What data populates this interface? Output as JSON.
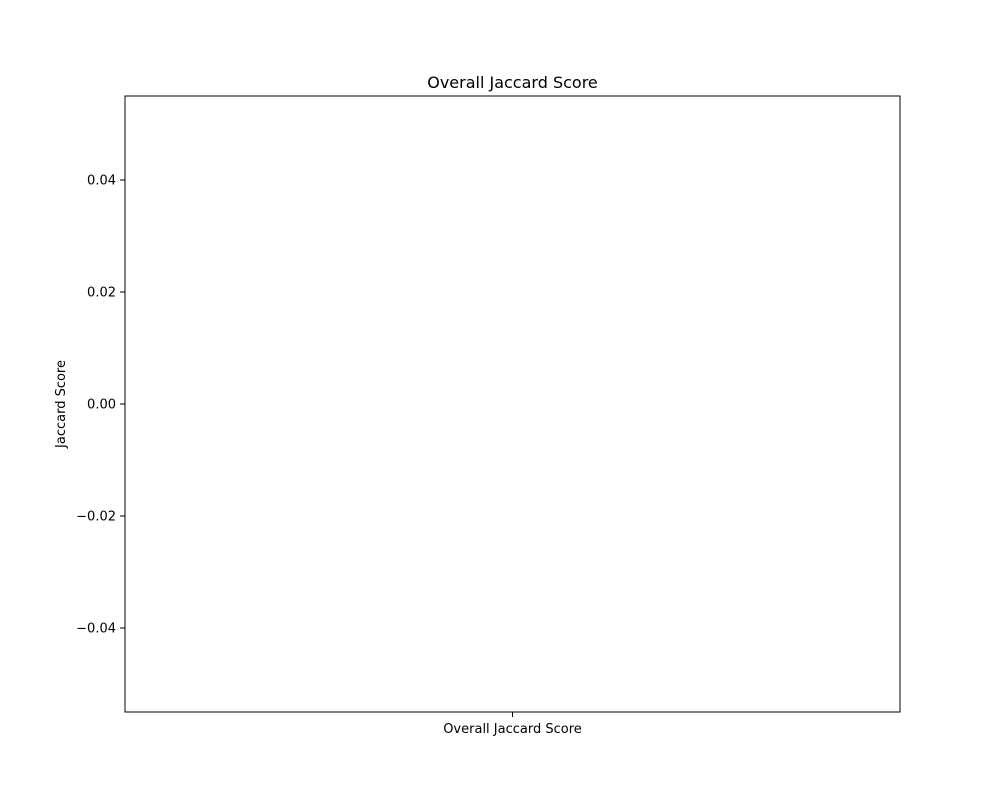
{
  "chart_data": {
    "type": "bar",
    "title": "Overall Jaccard Score",
    "xlabel": "",
    "ylabel": "Jaccard Score",
    "categories": [
      "Overall Jaccard Score"
    ],
    "values": [
      0
    ],
    "ylim": [
      -0.055,
      0.055
    ],
    "yticks": [
      {
        "value": -0.04,
        "label": "−0.04"
      },
      {
        "value": -0.02,
        "label": "−0.02"
      },
      {
        "value": 0.0,
        "label": "0.00"
      },
      {
        "value": 0.02,
        "label": "0.02"
      },
      {
        "value": 0.04,
        "label": "0.04"
      }
    ],
    "grid": false,
    "legend": "none",
    "colors": {
      "background": "#ffffff",
      "axis": "#000000",
      "text": "#000000",
      "bar": "#1f77b4"
    }
  }
}
